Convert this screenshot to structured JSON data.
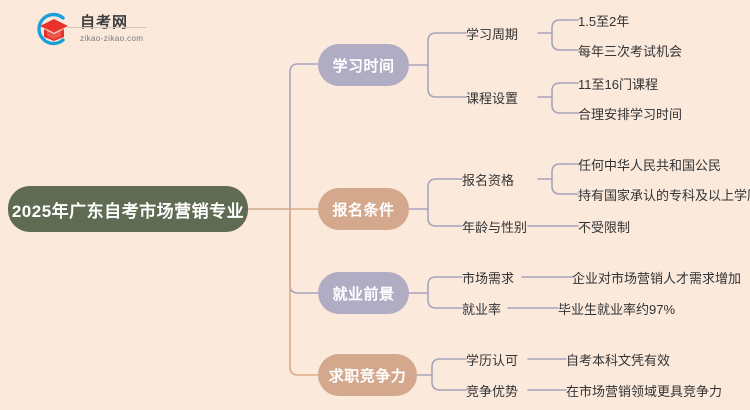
{
  "watermark": {
    "brand": "自考网",
    "url": "zikao-zikao.com",
    "logo_icon": "graduation-cap-icon",
    "arc_icon": "c-arc-icon"
  },
  "colors": {
    "background": "#fbe9dc",
    "root_node": "#5f6b52",
    "purple_node": "#b0acc4",
    "tan_node": "#d4a88c",
    "purple_line": "#a8a4bc",
    "tan_line": "#d9ab8b",
    "text_dark": "#2f2f2f",
    "node_text": "#ffffff"
  },
  "root": {
    "label": "2025年广东自考市场营销专业"
  },
  "branches": [
    {
      "label": "学习时间",
      "color_key": "purple",
      "children": [
        {
          "label": "学习周期",
          "leaves": [
            "1.5至2年",
            "每年三次考试机会"
          ]
        },
        {
          "label": "课程设置",
          "leaves": [
            "11至16门课程",
            "合理安排学习时间"
          ]
        }
      ]
    },
    {
      "label": "报名条件",
      "color_key": "tan",
      "children": [
        {
          "label": "报名资格",
          "leaves": [
            "任何中华人民共和国公民",
            "持有国家承认的专科及以上学历"
          ]
        },
        {
          "label": "年龄与性别",
          "leaves": [
            "不受限制"
          ]
        }
      ]
    },
    {
      "label": "就业前景",
      "color_key": "purple",
      "children": [
        {
          "label": "市场需求",
          "leaves": [
            "企业对市场营销人才需求增加"
          ]
        },
        {
          "label": "就业率",
          "leaves": [
            "毕业生就业率约97%"
          ]
        }
      ]
    },
    {
      "label": "求职竞争力",
      "color_key": "tan",
      "children": [
        {
          "label": "学历认可",
          "leaves": [
            "自考本科文凭有效"
          ]
        },
        {
          "label": "竞争优势",
          "leaves": [
            "在市场营销领域更具竞争力"
          ]
        }
      ]
    }
  ]
}
